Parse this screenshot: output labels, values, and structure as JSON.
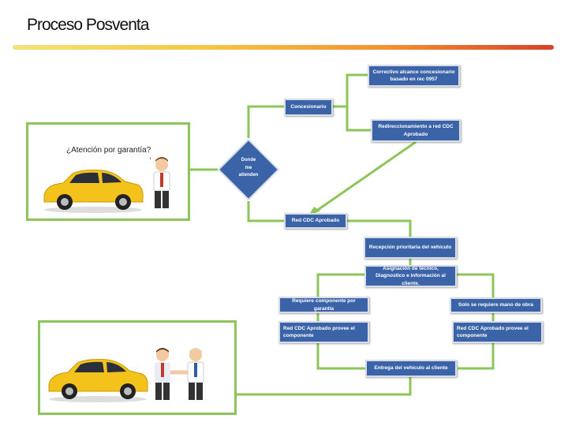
{
  "slide": {
    "title": "Proceso Posventa"
  },
  "scene1": {
    "caption": "¿Atención por garantía?"
  },
  "diagram": {
    "decision": {
      "line1": "Donde",
      "line2": "me",
      "line3": "atienden"
    },
    "nodes": {
      "concesionario": "Concesionario",
      "correctivo": "Correctivo alcance concesionario basado en rec 0957",
      "redireccionamiento": "Redireccionamiento a red CDC Aprobado",
      "red_cdc": "Red CDC Aprobado",
      "recepcion": "Recepción prioritaria del vehículo",
      "asignacion": "Asignación de técnico, Diagnostico e información al cliente.",
      "requiere_componente": "Requiere componente por garantía",
      "mano_obra": "Solo se requiere mano de obra",
      "provee_1": "Red CDC Aprobado provee el componente",
      "provee_2": "Red CDC Aprobado provee el componente",
      "entrega": "Entrega del vehículo al cliente"
    }
  },
  "colors": {
    "node_fill": "#3a63a8",
    "connector": "#8cc65a",
    "car": "#f3c21b"
  }
}
